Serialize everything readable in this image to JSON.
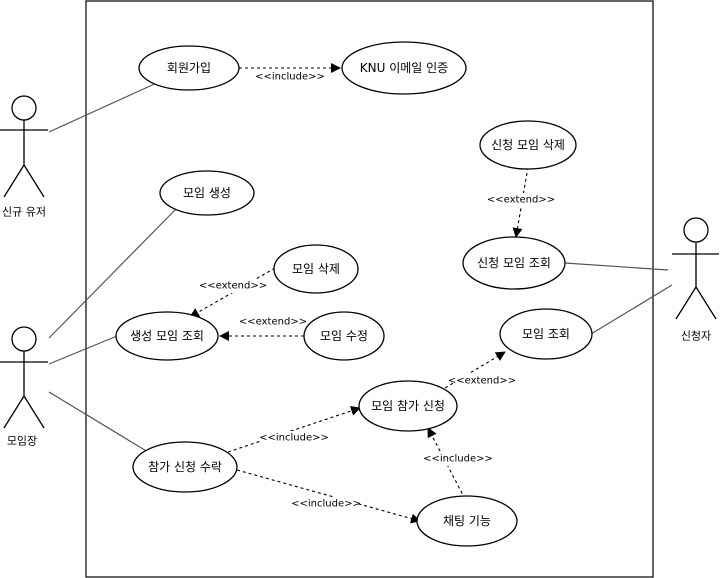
{
  "actors": {
    "new_user": "신규 유저",
    "organizer": "모임장",
    "applicant": "신청자"
  },
  "use_cases": {
    "signup": "회원가입",
    "knu_email_auth": "KNU 이메일 인증",
    "delete_applied_meeting": "신청 모임 삭제",
    "view_applied_meetings": "신청 모임 조회",
    "create_meeting": "모임 생성",
    "delete_meeting": "모임 삭제",
    "view_created_meetings": "생성 모임 조회",
    "edit_meeting": "모임 수정",
    "view_meetings": "모임 조회",
    "apply_meeting": "모임 참가 신청",
    "accept_application": "참가 신청 수락",
    "chat": "채팅 기능"
  },
  "relations": {
    "include": "<<include>>",
    "extend": "<<extend>>"
  }
}
